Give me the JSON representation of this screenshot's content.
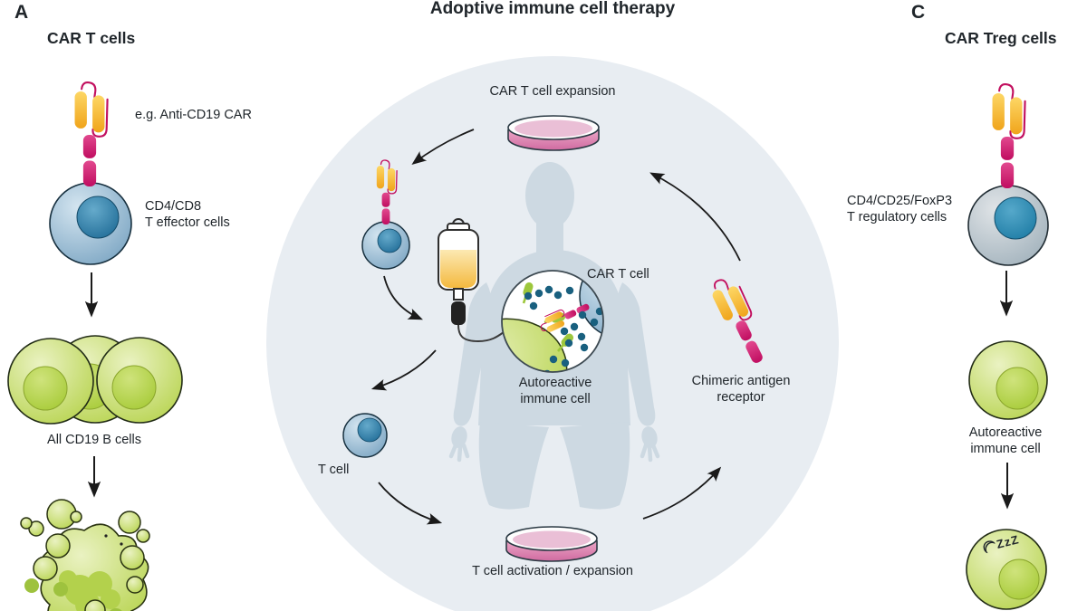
{
  "title": "Adoptive immune cell therapy",
  "panel_a": {
    "letter": "A",
    "heading": "CAR T cells",
    "receptor_label": "e.g. Anti-CD19 CAR",
    "cell_label": "CD4/CD8\nT effector cells",
    "b_cells_label": "All CD19 B cells"
  },
  "cycle": {
    "expansion_label": "CAR T cell expansion",
    "car_t_cell_label": "CAR T cell",
    "autoreactive_label": "Autoreactive\nimmune cell",
    "t_cell_label": "T cell",
    "activation_label": "T cell activation / expansion",
    "receptor_label": "Chimeric antigen\nreceptor"
  },
  "panel_c": {
    "letter": "C",
    "heading": "CAR Treg cells",
    "cell_label": "CD4/CD25/FoxP3\nT regulatory cells",
    "autoreactive_label": "Autoreactive immune cell",
    "sleep_text": "ZzZ"
  },
  "icons": {
    "moon_icon": "☾"
  },
  "colors": {
    "magenta": "#c2105f",
    "amber": "#f5b32b",
    "green": "#b7d44c",
    "blue": "#7ea7c4",
    "teal_nucleus": "#1f6e99",
    "dot_teal": "#19607f",
    "dish_pink": "#d06ba1",
    "iv_yellow": "#f6bf45",
    "circle_bg": "#e8edf2",
    "silhouette": "#cdd9e2",
    "arrow": "#1a1a1a",
    "text": "#20262b"
  }
}
